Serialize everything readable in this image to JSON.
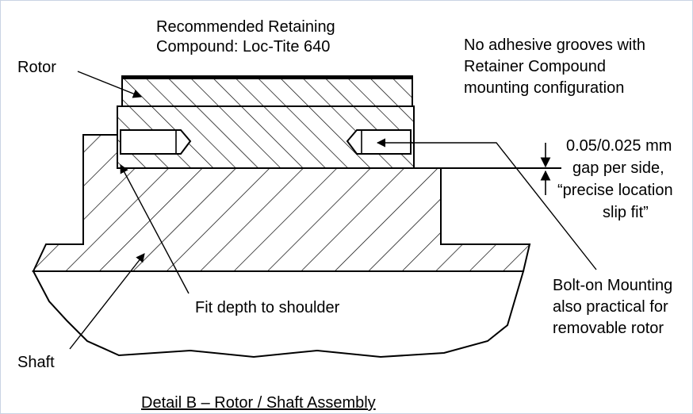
{
  "labels": {
    "compound_line1": "Recommended Retaining",
    "compound_line2": "Compound:  Loc-Tite 640",
    "no_grooves_line1": "No adhesive grooves with",
    "no_grooves_line2": "Retainer Compound",
    "no_grooves_line3": "mounting  configuration",
    "rotor": "Rotor",
    "gap_line1": "0.05/0.025 mm",
    "gap_line2": "gap per side,",
    "gap_line3": "“precise location",
    "gap_line4": "slip fit”",
    "bolt_line1": "Bolt-on Mounting",
    "bolt_line2": "also practical for",
    "bolt_line3": "removable rotor",
    "fit_depth": "Fit depth to shoulder",
    "shaft": "Shaft",
    "caption": "Detail B – Rotor / Shaft Assembly"
  },
  "colors": {
    "ink": "#000000",
    "background": "#ffffff",
    "frame": "#c9d3e3"
  }
}
